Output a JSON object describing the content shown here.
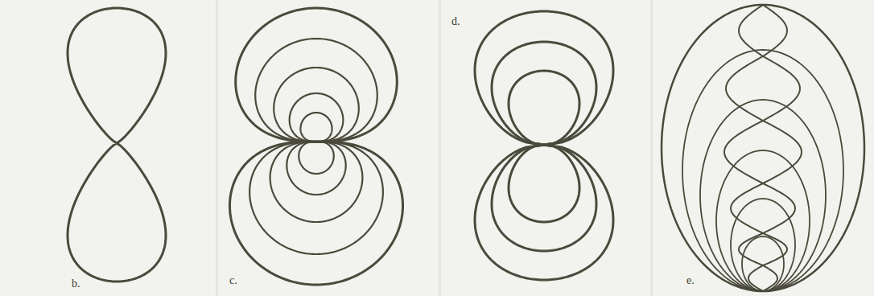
{
  "diagram": {
    "labels": [
      "b.",
      "c.",
      "d.",
      "e."
    ]
  }
}
